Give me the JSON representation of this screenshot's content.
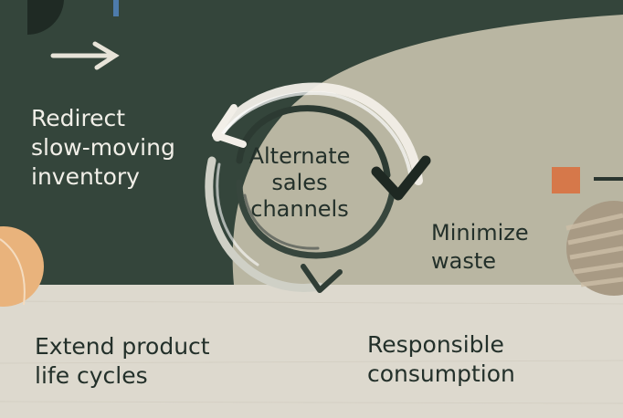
{
  "diagram": {
    "center": {
      "line1": "Alternate",
      "line2": "sales",
      "line3": "channels"
    },
    "labels": {
      "redirect": {
        "line1": "Redirect",
        "line2": "slow-moving",
        "line3": "inventory"
      },
      "minimize": {
        "line1": "Minimize",
        "line2": "waste"
      },
      "extend": {
        "line1": "Extend product",
        "line2": "life cycles"
      },
      "responsible": {
        "line1": "Responsible",
        "line2": "consumption"
      }
    }
  },
  "colors": {
    "dark_green": "#34453b",
    "sage": "#b9b6a2",
    "cream": "#ddd9ce",
    "ink": "#23302a",
    "accent_orange": "#d6784a",
    "accent_peach": "#e9b37c",
    "accent_blue": "#4d7bab",
    "brush_white": "#f2efe8"
  },
  "icons": [
    "arrow-right-icon",
    "cycle-arrows-icon",
    "checkmark-icon"
  ]
}
